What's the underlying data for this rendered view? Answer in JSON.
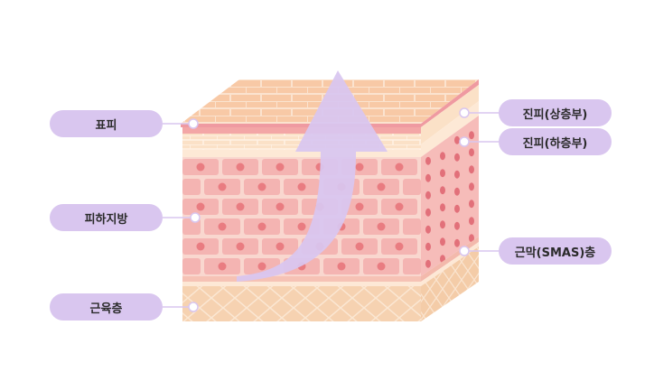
{
  "labels": {
    "left_top": "표피",
    "left_mid": "피하지방",
    "left_bottom": "근육층",
    "right_1": "진피(상층부)",
    "right_2": "진피(하층부)",
    "right_3": "근막(SMAS)층"
  },
  "colors": {
    "label_bg": "#d9c6ef",
    "arrow": "#d8c6f0",
    "epidermis_top": "#f6c7a3",
    "epidermis_edge": "#ef9aa1",
    "fat_cell": "#f6bcb9",
    "fat_nucleus": "#ea7d82",
    "muscle": "#f5d3b4"
  }
}
